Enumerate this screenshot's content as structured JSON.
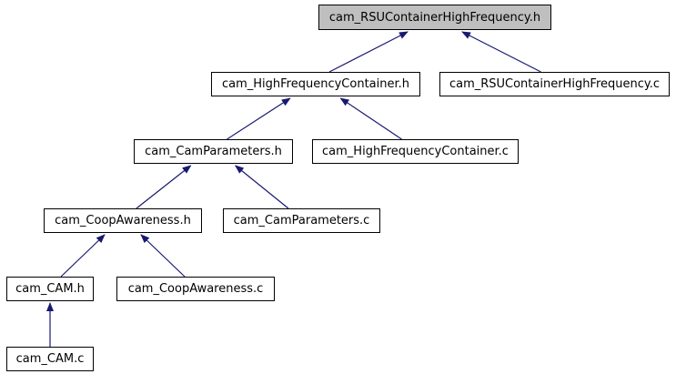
{
  "diagram": {
    "type": "dependency-graph",
    "colors": {
      "background": "#ffffff",
      "node_fill": "#ffffff",
      "selected_fill": "#bfbfbf",
      "node_border": "#000000",
      "edge": "#191970",
      "text": "#000000"
    },
    "nodes": [
      {
        "id": "cam_RSUContainerHighFrequency.h",
        "label": "cam_RSUContainerHighFrequency.h",
        "selected": true
      },
      {
        "id": "cam_HighFrequencyContainer.h",
        "label": "cam_HighFrequencyContainer.h",
        "selected": false
      },
      {
        "id": "cam_RSUContainerHighFrequency.c",
        "label": "cam_RSUContainerHighFrequency.c",
        "selected": false
      },
      {
        "id": "cam_CamParameters.h",
        "label": "cam_CamParameters.h",
        "selected": false
      },
      {
        "id": "cam_HighFrequencyContainer.c",
        "label": "cam_HighFrequencyContainer.c",
        "selected": false
      },
      {
        "id": "cam_CoopAwareness.h",
        "label": "cam_CoopAwareness.h",
        "selected": false
      },
      {
        "id": "cam_CamParameters.c",
        "label": "cam_CamParameters.c",
        "selected": false
      },
      {
        "id": "cam_CAM.h",
        "label": "cam_CAM.h",
        "selected": false
      },
      {
        "id": "cam_CoopAwareness.c",
        "label": "cam_CoopAwareness.c",
        "selected": false
      },
      {
        "id": "cam_CAM.c",
        "label": "cam_CAM.c",
        "selected": false
      }
    ],
    "edges": [
      {
        "from": "cam_HighFrequencyContainer.h",
        "to": "cam_RSUContainerHighFrequency.h"
      },
      {
        "from": "cam_RSUContainerHighFrequency.c",
        "to": "cam_RSUContainerHighFrequency.h"
      },
      {
        "from": "cam_CamParameters.h",
        "to": "cam_HighFrequencyContainer.h"
      },
      {
        "from": "cam_HighFrequencyContainer.c",
        "to": "cam_HighFrequencyContainer.h"
      },
      {
        "from": "cam_CoopAwareness.h",
        "to": "cam_CamParameters.h"
      },
      {
        "from": "cam_CamParameters.c",
        "to": "cam_CamParameters.h"
      },
      {
        "from": "cam_CAM.h",
        "to": "cam_CoopAwareness.h"
      },
      {
        "from": "cam_CoopAwareness.c",
        "to": "cam_CoopAwareness.h"
      },
      {
        "from": "cam_CAM.c",
        "to": "cam_CAM.h"
      }
    ]
  }
}
